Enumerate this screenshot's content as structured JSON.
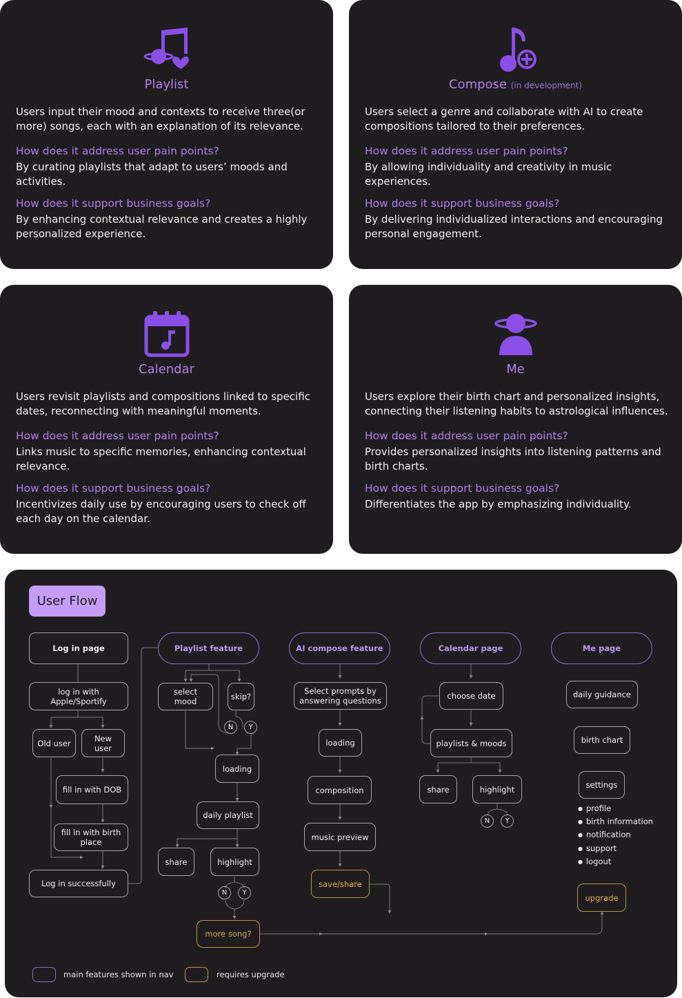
{
  "cards": [
    {
      "title": "Playlist",
      "subtitle": "",
      "icon": "music-planet-heart-icon",
      "description": "Users input their mood and contexts to receive three(or more) songs, each with an explanation of its relevance.",
      "q1": "How does it address user pain points?",
      "a1": "By curating playlists that adapt to users’ moods and activities.",
      "q2": "How does it support business goals?",
      "a2": "By enhancing contextual relevance and creates a highly personalized experience."
    },
    {
      "title": "Compose",
      "subtitle": "(in development)",
      "icon": "music-note-plus-icon",
      "description": "Users select a genre and collaborate with AI to create compositions tailored to their preferences.",
      "q1": "How does it address user pain points?",
      "a1": "By allowing individuality and creativity in music experiences.",
      "q2": "How does it support business goals?",
      "a2": "By delivering individualized interactions and encouraging personal engagement."
    },
    {
      "title": "Calendar",
      "subtitle": "",
      "icon": "calendar-music-icon",
      "description": "Users revisit playlists and compositions linked to specific dates, reconnecting with meaningful moments.",
      "q1": "How does it address user pain points?",
      "a1": "Links music to specific memories, enhancing contextual relevance.",
      "q2": "How does it support business goals?",
      "a2": "Incentivizes daily use by encouraging users to check off each day on the calendar."
    },
    {
      "title": "Me",
      "subtitle": "",
      "icon": "user-planet-icon",
      "description": "Users explore their birth chart and personalized insights, connecting their listening habits to astrological influences.",
      "q1": "How does it address user pain points?",
      "a1": "Provides personalized insights into listening patterns and birth charts.",
      "q2": "How does it support business goals?",
      "a2": "Differentiates the app by emphasizing individuality."
    }
  ],
  "user_flow": {
    "title": "User Flow",
    "login": {
      "page": "Log in page",
      "apple": "log in with Apple/Sportify",
      "old_user": "Old user",
      "new_user": "New user",
      "dob": "fill in with DOB",
      "birth_place": "fill in with birth place",
      "success": "Log in successfully"
    },
    "playlist": {
      "feature": "Playlist feature",
      "select_mood": "select mood",
      "skip": "skip?",
      "loading": "loading",
      "daily": "daily playlist",
      "share": "share",
      "highlight": "highlight",
      "more": "more song?"
    },
    "compose": {
      "feature": "AI compose feature",
      "prompts": "Select prompts by answering questions",
      "loading": "loading",
      "composition": "composition",
      "preview": "music preview",
      "save": "save/share"
    },
    "calendar": {
      "page": "Calendar page",
      "choose": "choose date",
      "playlists": "playlists & moods",
      "share": "share",
      "highlight": "highlight"
    },
    "me": {
      "page": "Me page",
      "guidance": "daily guidance",
      "chart": "birth chart",
      "settings": "settings",
      "settings_items": [
        "profile",
        "birth information",
        "notification",
        "support",
        "logout"
      ],
      "upgrade": "upgrade"
    },
    "no": "N",
    "yes": "Y",
    "legend": {
      "main": "main features shown in nav",
      "upgrade": "requires upgrade"
    },
    "colors": {
      "card_bg": "#1e1c1e",
      "accent_purple": "#b47cf2",
      "upgrade_orange": "#e5ac4c"
    }
  }
}
